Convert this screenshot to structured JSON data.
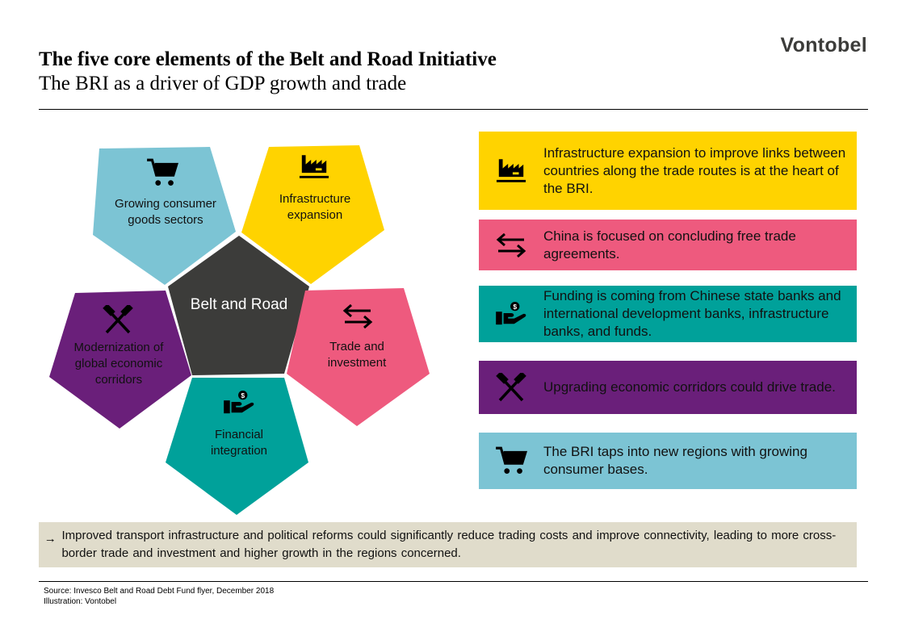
{
  "header": {
    "title": "The five core elements of the Belt and Road Initiative",
    "subtitle": "The BRI as a driver of GDP growth and trade",
    "logo": "Vontobel"
  },
  "colors": {
    "blue": "#7cc4d4",
    "yellow": "#ffd300",
    "dark": "#3c3c3a",
    "purple": "#6a1f7a",
    "pink": "#ee5a7e",
    "teal": "#00a19a",
    "beige": "#e0dccb"
  },
  "diagram": {
    "center": "Belt and Road",
    "elements": [
      {
        "label": "Growing consumer goods sectors",
        "icon": "shopping-cart-icon"
      },
      {
        "label": "Infrastructure expansion",
        "icon": "factory-icon"
      },
      {
        "label": "Trade and investment",
        "icon": "exchange-arrows-icon"
      },
      {
        "label": "Financial integration",
        "icon": "hand-money-icon"
      },
      {
        "label": "Modernization of global economic corridors",
        "icon": "crossed-hammers-icon"
      }
    ]
  },
  "boxes": [
    {
      "text": "Infrastructure expansion to improve links between countries along the trade routes is at the heart of the BRI.",
      "icon": "factory-icon"
    },
    {
      "text": "China is focused on concluding free trade agreements.",
      "icon": "exchange-arrows-icon"
    },
    {
      "text": "Funding is coming from Chinese state banks and international development banks, infrastructure banks, and funds.",
      "icon": "hand-money-icon"
    },
    {
      "text": "Upgrading economic corridors could drive trade.",
      "icon": "crossed-hammers-icon"
    },
    {
      "text": "The BRI taps into new regions with growing consumer bases.",
      "icon": "shopping-cart-icon"
    }
  ],
  "summary": {
    "arrow": "→",
    "text": "Improved transport infrastructure and political reforms could significantly reduce trading costs and improve connectivity, leading to more cross-border trade and investment and higher growth in the regions concerned."
  },
  "footer": {
    "source": "Source: Invesco Belt and Road Debt Fund flyer, December 2018",
    "illustration": "Illustration: Vontobel"
  }
}
